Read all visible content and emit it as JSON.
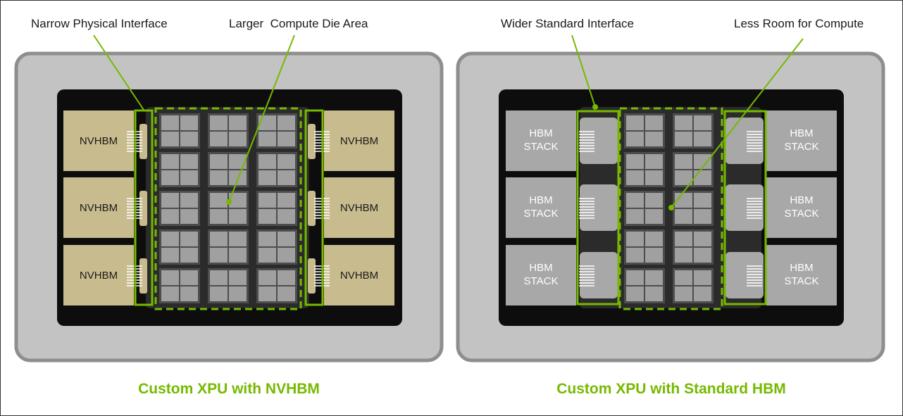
{
  "left_panel": {
    "callouts": {
      "interface": "Narrow Physical Interface",
      "compute": "Larger  Compute Die Area"
    },
    "memory_label": "NVHBM",
    "caption": "Custom XPU with NVHBM"
  },
  "right_panel": {
    "callouts": {
      "interface": "Wider Standard Interface",
      "compute": "Less Room for Compute"
    },
    "memory_label_line1": "HBM",
    "memory_label_line2": "STACK",
    "caption": "Custom XPU with Standard HBM"
  },
  "colors": {
    "accent_green": "#76b900",
    "nvhbm_tan": "#c8bc8e",
    "hbm_gray": "#a8a8a8",
    "package_gray": "#c3c3c3",
    "die_black": "#0d0d0d"
  }
}
